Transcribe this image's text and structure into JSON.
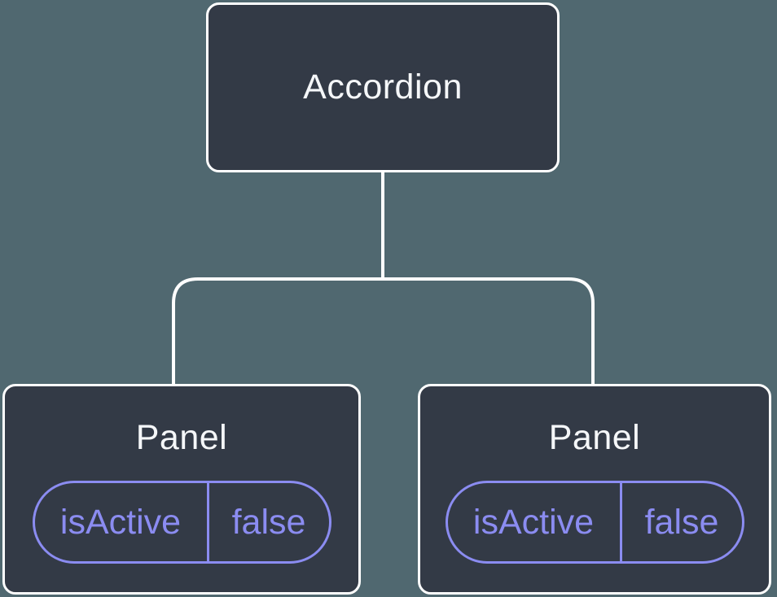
{
  "colors": {
    "background": "#506870",
    "node_fill": "#333A46",
    "node_border": "#FFFFFF",
    "connector": "#FFFFFF",
    "state_accent": "#8B8CF1",
    "title_text": "#F5F7F9"
  },
  "tree": {
    "root": {
      "label": "Accordion"
    },
    "panels": [
      {
        "title": "Panel",
        "state": {
          "name": "isActive",
          "value": "false"
        }
      },
      {
        "title": "Panel",
        "state": {
          "name": "isActive",
          "value": "false"
        }
      }
    ]
  }
}
